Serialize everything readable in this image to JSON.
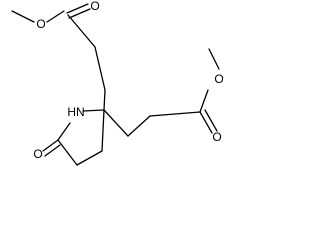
{
  "molecule": {
    "atoms": {
      "o_top_carbonyl": "O",
      "o_top_ester": "O",
      "o_right_carbonyl": "O",
      "o_right_ester": "O",
      "n_ring": "HN",
      "o_ring": "O"
    }
  }
}
